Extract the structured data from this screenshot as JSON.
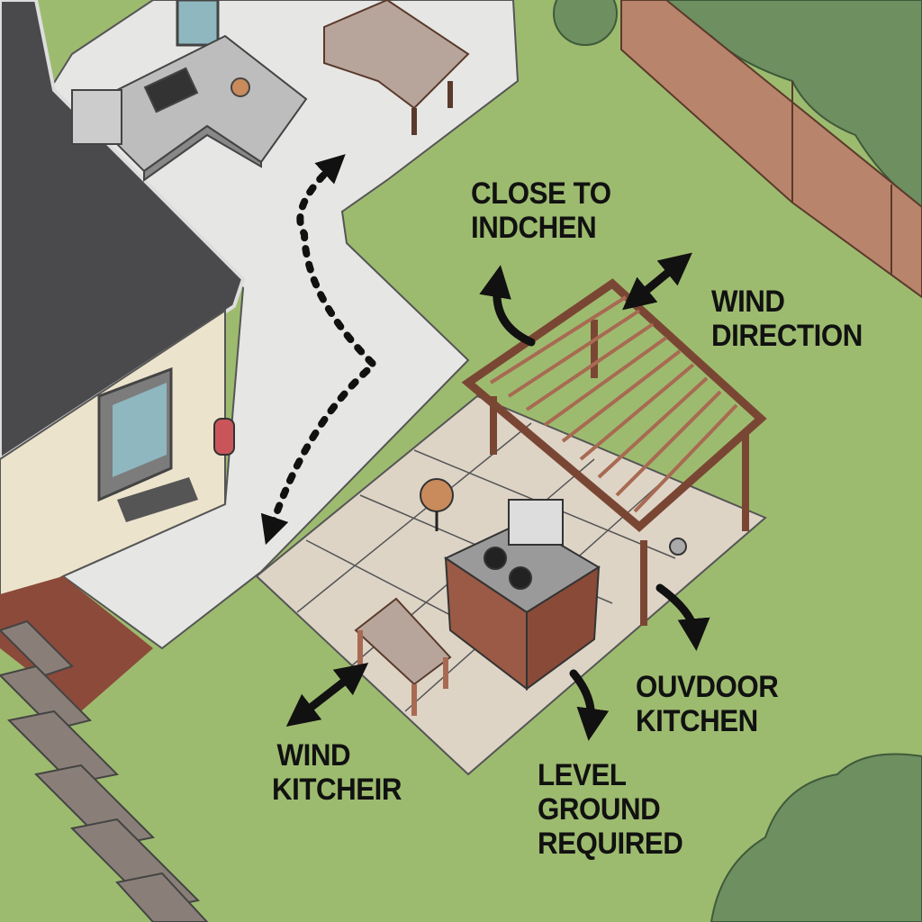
{
  "labels": {
    "close_to_kitchen": [
      "CLOSE TO",
      "INDCHEN"
    ],
    "wind_direction": [
      "WIND",
      "DIRECTION"
    ],
    "outdoor_kitchen": [
      "OUVDOOR",
      "KITCHEN"
    ],
    "level_ground": [
      "LEVEL",
      "GROUND",
      "REQUIRED"
    ],
    "wind_kitchen": [
      "WIND",
      "KITCHEIR"
    ]
  },
  "colors": {
    "grass": "#9dbb6f",
    "roof": "#4a4a4c",
    "wall": "#ece3cc",
    "concrete": "#e6e6e4",
    "pavers": "#ddd4c6",
    "wood": "#a86a52",
    "fence": "#b9846c",
    "trees": "#6e8f60",
    "arrow": "#111111"
  }
}
